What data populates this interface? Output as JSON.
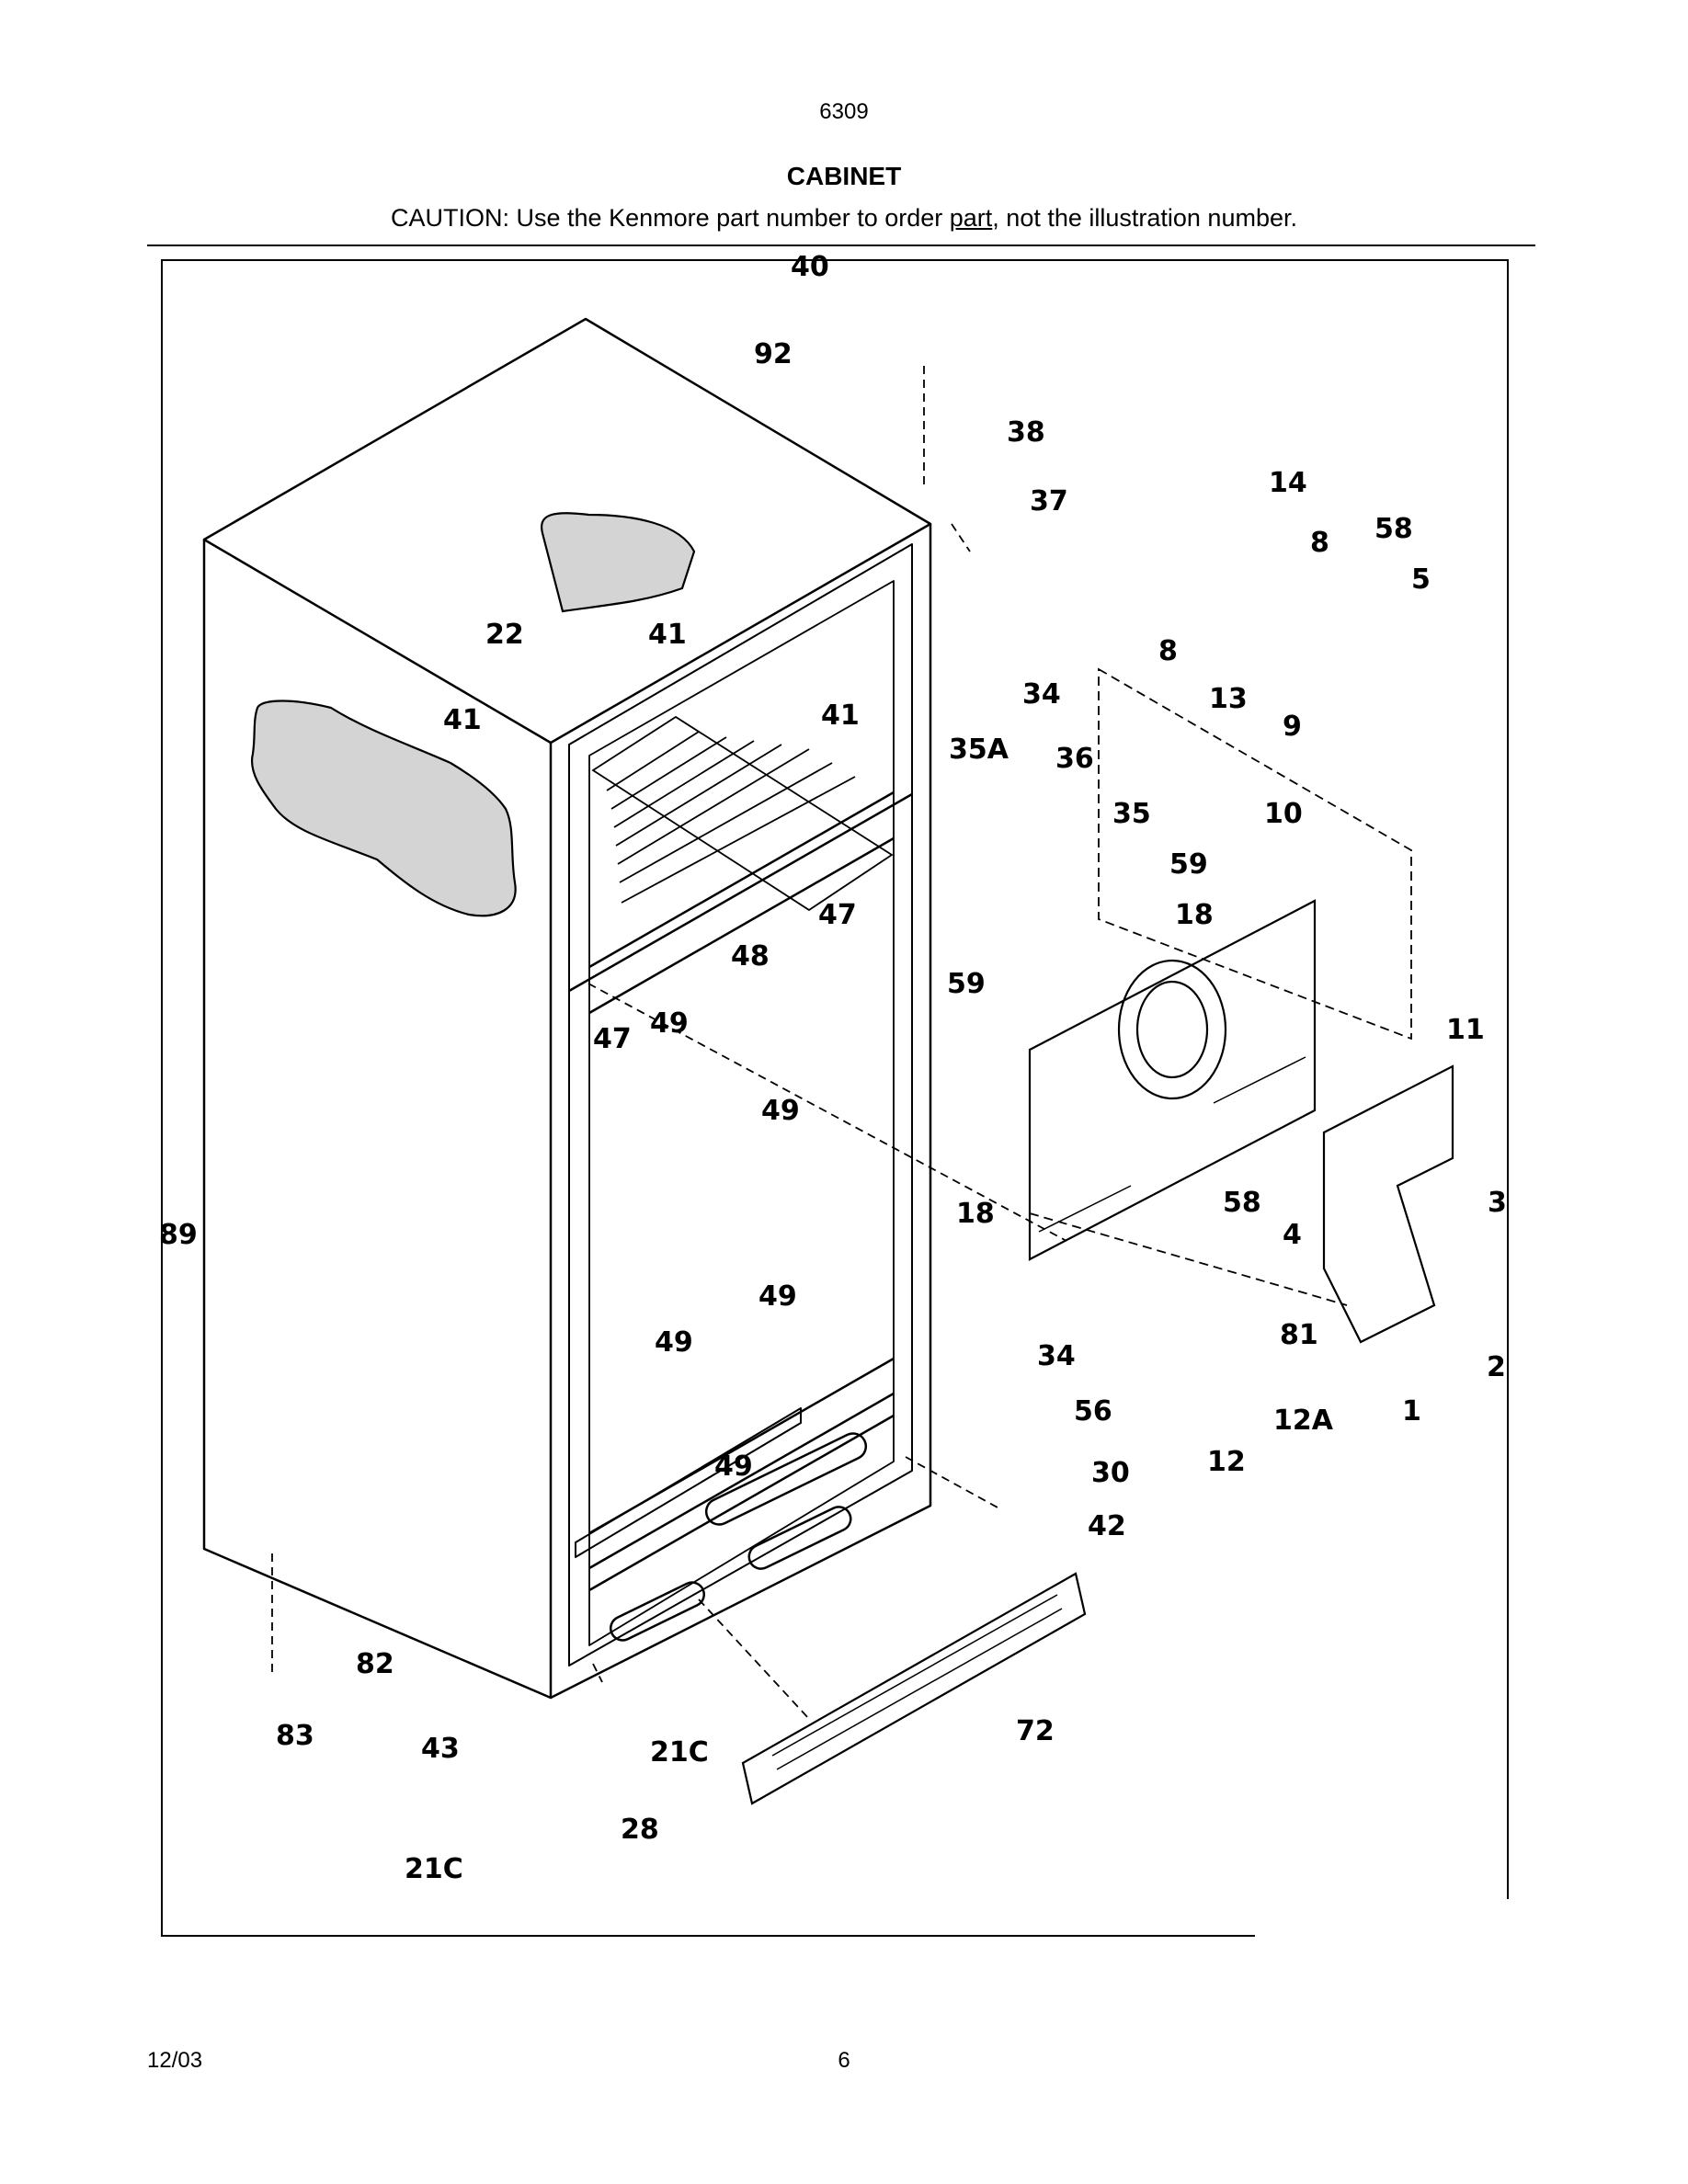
{
  "header": {
    "page_number": "6309",
    "title": "CABINET",
    "caution_prefix": "CAUTION: Use the Kenmore part number to order ",
    "caution_underlined": "part",
    "caution_suffix": ", not the illustration number."
  },
  "diagram": {
    "part_labels": [
      "40",
      "92",
      "38",
      "37",
      "14",
      "8",
      "58",
      "5",
      "8",
      "13",
      "9",
      "34",
      "35A",
      "36",
      "35",
      "59",
      "10",
      "18",
      "59",
      "11",
      "22",
      "41",
      "41",
      "41",
      "47",
      "48",
      "49",
      "47",
      "49",
      "49",
      "49",
      "49",
      "58",
      "4",
      "3",
      "2",
      "1",
      "81",
      "18",
      "34",
      "56",
      "30",
      "42",
      "12",
      "12A",
      "89",
      "82",
      "83",
      "43",
      "28",
      "21C",
      "21C",
      "72"
    ]
  },
  "footer": {
    "date": "12/03",
    "page": "6"
  }
}
